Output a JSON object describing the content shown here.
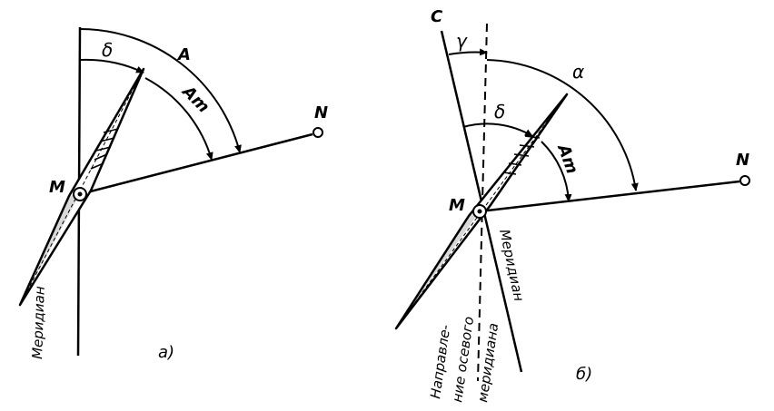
{
  "panel_a": {
    "angle_delta": "δ",
    "angle_A": "A",
    "angle_Am": "Am",
    "point_N": "N",
    "point_M": "M",
    "meridian_label": "Меридиан",
    "caption": "а)"
  },
  "panel_b": {
    "point_C": "C",
    "angle_gamma": "γ",
    "angle_alpha": "α",
    "angle_delta": "δ",
    "angle_Am": "Am",
    "point_N": "N",
    "point_M": "M",
    "meridian_label": "Меридиан",
    "axial_label_1": "Направле-",
    "axial_label_2": "ние осевого",
    "axial_label_3": "меридиана",
    "caption": "б)"
  }
}
